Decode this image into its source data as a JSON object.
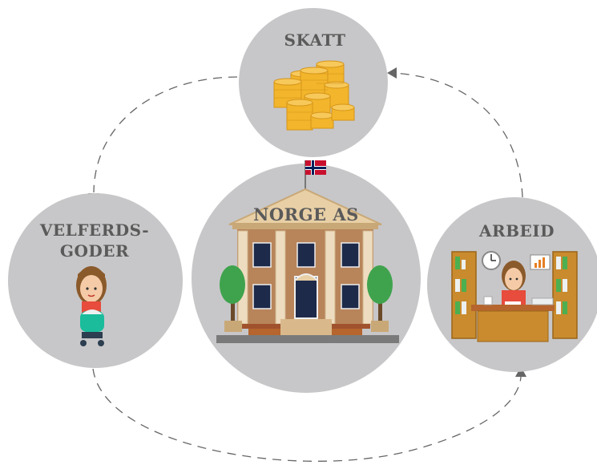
{
  "labels": {
    "skatt": "SKATT",
    "norge": "NORGE AS",
    "arbeid": "ARBEID",
    "velferd_line1": "VELFERDS-",
    "velferd_line2": "GODER"
  },
  "colors": {
    "circle": "#c7c7c9",
    "label": "#5a5a5a",
    "arrow": "#666666",
    "coin": "#f2b52b",
    "building": "#d9b98c",
    "flag_red": "#c8102e",
    "flag_blue": "#00205b"
  },
  "icons": {
    "skatt": "coin-stack-icon",
    "norge": "government-building-icon",
    "arbeid": "office-worker-icon",
    "velferd": "person-with-stroller-icon"
  },
  "flow": [
    "ARBEID",
    "SKATT",
    "VELFERDS-GODER",
    "ARBEID"
  ]
}
